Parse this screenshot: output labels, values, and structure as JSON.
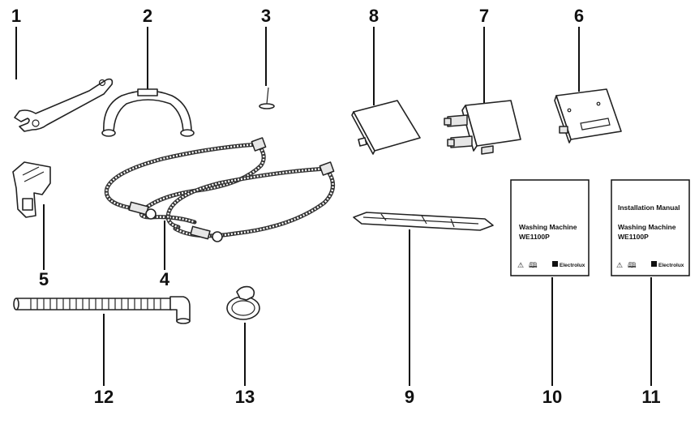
{
  "labels": {
    "n1": "1",
    "n2": "2",
    "n3": "3",
    "n4": "4",
    "n5": "5",
    "n6": "6",
    "n7": "7",
    "n8": "8",
    "n9": "9",
    "n10": "10",
    "n11": "11",
    "n12": "12",
    "n13": "13"
  },
  "manual10": {
    "title": "",
    "line1": "Washing Machine",
    "line2": "WE1100P",
    "brand": "Electrolux",
    "icons": [
      "warning-icon",
      "book-icon",
      "electrolux-logo-icon"
    ]
  },
  "manual11": {
    "title": "Installation Manual",
    "line1": "Washing Machine",
    "line2": "WE1100P",
    "brand": "Electrolux",
    "icons": [
      "warning-icon",
      "book-icon",
      "electrolux-logo-icon"
    ]
  },
  "symbols": {
    "warning": "⚠",
    "book": "🕮"
  }
}
